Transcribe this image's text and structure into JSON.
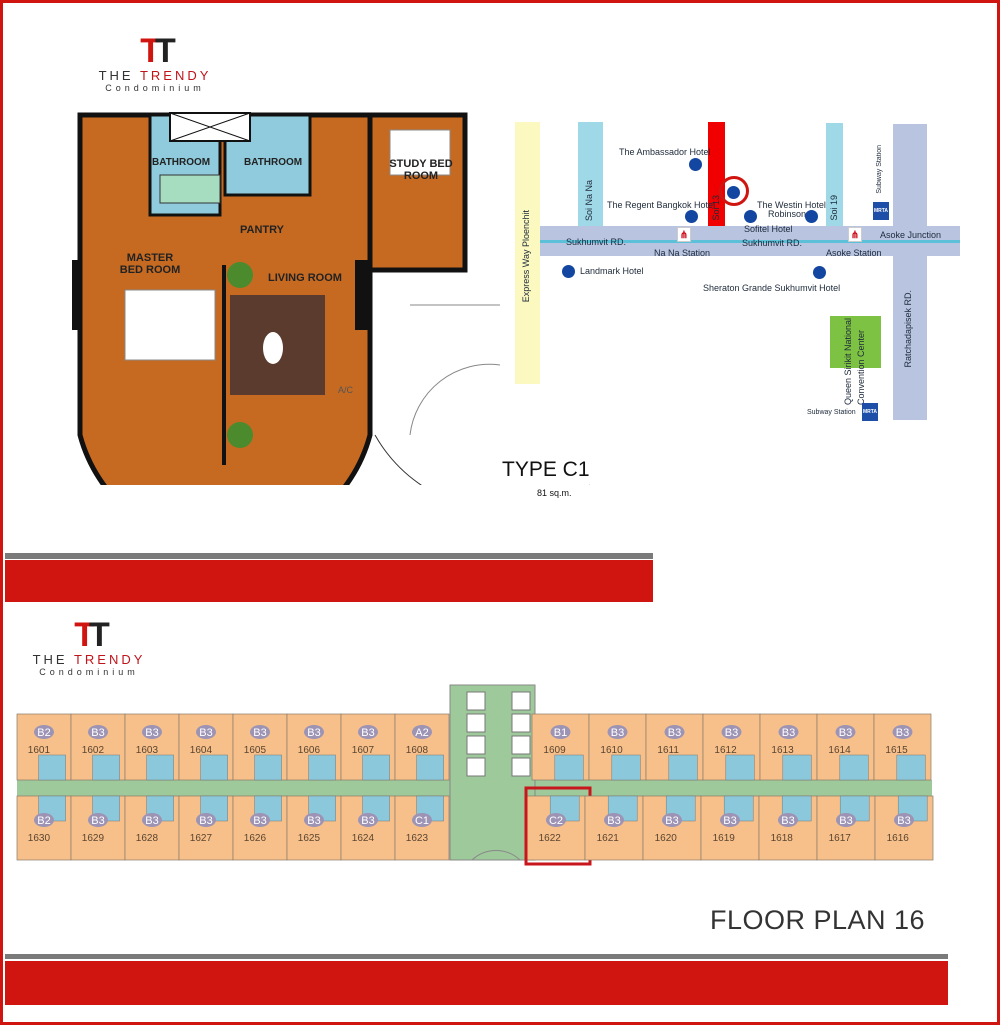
{
  "brand": {
    "monogram": "TT",
    "name_part1": "THE ",
    "name_part2": "TRENDY",
    "subtitle": "Condominium"
  },
  "unit_plan": {
    "type": "TYPE C1",
    "area": "81 sq.m.",
    "rooms": [
      "BATHROOM",
      "BATHROOM",
      "STUDY BED ROOM",
      "PANTRY",
      "MASTER BED ROOM",
      "LIVING ROOM",
      "A/C"
    ]
  },
  "map": {
    "roads": {
      "expressway": "Express Way Ploenchit",
      "soi_nana": "Soi Na Na",
      "soi13": "Soi 13",
      "soi19": "Soi 19",
      "sukhumvit1": "Sukhumvit RD.",
      "sukhumvit2": "Sukhumvit RD.",
      "ratchadapisek": "Ratchadapisek RD.",
      "asoke_junction": "Asoke Junction"
    },
    "places": {
      "ambassador": "The Ambassador  Hotel",
      "regent": "The Regent Bangkok Hotel",
      "westin": "The Westin Hotel",
      "robinson": "Robinson",
      "sofitel": "Sofitel Hotel",
      "landmark": "Landmark Hotel",
      "sheraton": "Sheraton Grande Sukhumvit  Hotel",
      "qsncc": "Queen Sirikit National Convention Center"
    },
    "stations": {
      "nana": "Na Na Station",
      "asoke": "Asoke Station",
      "subway1": "Subway Station",
      "subway2": "Subway Station",
      "mrt": "MRTA"
    },
    "colors": {
      "highlight_road": "#f00000",
      "soi": "#9fd8e6",
      "main_road": "#b8c4e0",
      "expressway": "#fbf8c0",
      "park": "#7dc242",
      "marker": "#1346a0"
    }
  },
  "floor_plan": {
    "title": "FLOOR PLAN 16",
    "selected_unit": "1622",
    "top_left": [
      {
        "no": "1601",
        "type": "B2"
      },
      {
        "no": "1602",
        "type": "B3"
      },
      {
        "no": "1603",
        "type": "B3"
      },
      {
        "no": "1604",
        "type": "B3"
      },
      {
        "no": "1605",
        "type": "B3"
      },
      {
        "no": "1606",
        "type": "B3"
      },
      {
        "no": "1607",
        "type": "B3"
      },
      {
        "no": "1608",
        "type": "A2"
      }
    ],
    "top_right": [
      {
        "no": "1609",
        "type": "B1"
      },
      {
        "no": "1610",
        "type": "B3"
      },
      {
        "no": "1611",
        "type": "B3"
      },
      {
        "no": "1612",
        "type": "B3"
      },
      {
        "no": "1613",
        "type": "B3"
      },
      {
        "no": "1614",
        "type": "B3"
      },
      {
        "no": "1615",
        "type": "B3"
      }
    ],
    "bottom_left": [
      {
        "no": "1630",
        "type": "B2"
      },
      {
        "no": "1629",
        "type": "B3"
      },
      {
        "no": "1628",
        "type": "B3"
      },
      {
        "no": "1627",
        "type": "B3"
      },
      {
        "no": "1626",
        "type": "B3"
      },
      {
        "no": "1625",
        "type": "B3"
      },
      {
        "no": "1624",
        "type": "B3"
      },
      {
        "no": "1623",
        "type": "C1"
      }
    ],
    "bottom_right": [
      {
        "no": "1622",
        "type": "C2"
      },
      {
        "no": "1621",
        "type": "B3"
      },
      {
        "no": "1620",
        "type": "B3"
      },
      {
        "no": "1619",
        "type": "B3"
      },
      {
        "no": "1618",
        "type": "B3"
      },
      {
        "no": "1617",
        "type": "B3"
      },
      {
        "no": "1616",
        "type": "B3"
      }
    ],
    "colors": {
      "unit": "#f7c08a",
      "bath": "#8cc8dc",
      "corridor": "#9ec99a",
      "badge": "#9c93b5",
      "highlight": "#c8161d"
    }
  }
}
